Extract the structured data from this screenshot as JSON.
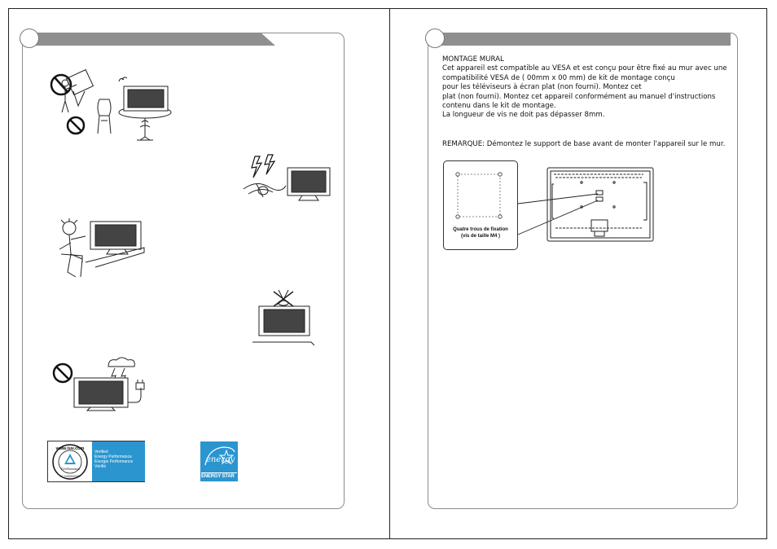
{
  "right": {
    "heading": "MONTAGE MURAL",
    "lines": [
      "Cet appareil est compatible au VESA et est conçu pour être fixé au mur avec une",
      "compatibilité VESA de                         ( 00mm x   00 mm) de kit de montage conçu",
      "pour les téléviseurs à écran plat (non fourni). Montez cet",
      "plat (non fourni). Montez cet appareil conformément au manuel d'instructions",
      "contenu dans le kit de montage.",
      "La longueur de vis ne doit pas dépasser 8mm."
    ],
    "remark": "REMARQUE: Démontez le support de base avant de monter l'appareil sur le mur.",
    "callout_line1": "Quatre  trous  de  fixation",
    "callout_line2": "(vis  de  taille  M4 )"
  },
  "logos": {
    "tuv_ring": "www.tuv.com",
    "tuv_center": "TÜVRheinland",
    "tuv_bottom": "ID 1000000000",
    "tuv_lines": [
      "Verified",
      "Energy Performance",
      "Énergie Performance",
      "Vérifié"
    ],
    "energy_star_label": "ENERGY STAR",
    "energy_script": "energy"
  },
  "colors": {
    "tab": "#8f8f8f",
    "logo_blue": "#2a95cf"
  },
  "icons": [
    "prohibited-icon",
    "lightning-icon",
    "tv-icon",
    "chair-icon",
    "table-icon",
    "person-icon",
    "cloud-icon",
    "plug-icon"
  ]
}
